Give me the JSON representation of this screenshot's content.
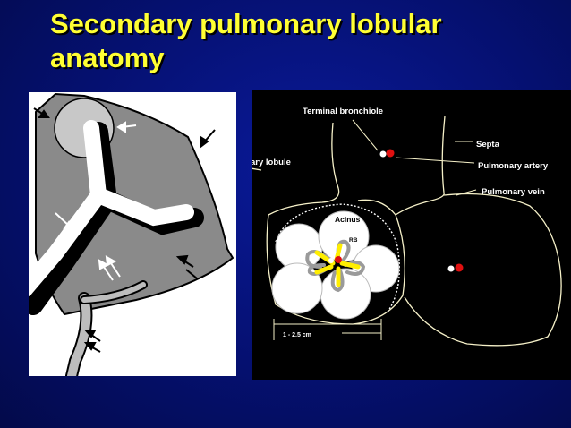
{
  "slide": {
    "title_line1": "Secondary pulmonary lobular",
    "title_line2": "anatomy"
  },
  "diagram": {
    "terminal_bronchiole": "Terminal  bronchiole",
    "septa": "Septa",
    "pulmonary_artery": "Pulmonary artery",
    "pulmonary_vein": "Pulmonary vein",
    "lobule": "ary lobule",
    "acinus": "Acinus",
    "rb": "RB",
    "scale": "1 - 2.5  cm"
  },
  "colors": {
    "title": "#ffff33",
    "background": "#051070",
    "artery_dot": "#e01010",
    "bronchiole_yellow": "#ffee00"
  }
}
